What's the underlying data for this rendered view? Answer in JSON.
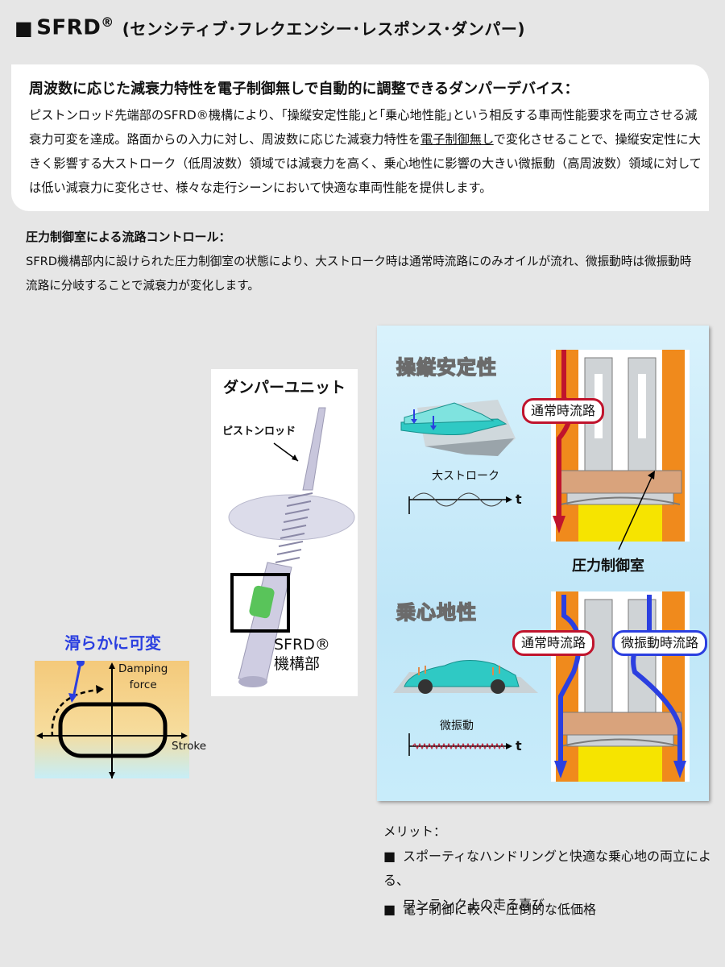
{
  "header": {
    "mark": "■",
    "name": "SFRD",
    "reg": "®",
    "subtitle": "(センシティブ･フレクエンシー･レスポンス･ダンパー)"
  },
  "intro": {
    "heading": "周波数に応じた減衰力特性を電子制御無しで自動的に調整できるダンパーデバイス：",
    "body_1": "ピストンロッド先端部のSFRD®機構により、｢操縦安定性能｣と｢乗心地性能｣という相反する車両性能要求を両立させる減衰力可変を達成。路面からの入力に対し、周波数に応じた減衰力特性を",
    "body_ul": "電子制御無し",
    "body_2": "で変化させることで、操縦安定性に大きく影響する大ストローク（低周波数）領域では減衰力を高く、乗心地性に影響の大きい微振動（高周波数）領域に対しては低い減衰力に変化させ、様々な走行シーンにおいて快適な車両性能を提供します。"
  },
  "control": {
    "heading": "圧力制御室による流路コントロール：",
    "body": "SFRD機構部内に設けられた圧力制御室の状態により、大ストローク時は通常時流路にのみオイルが流れ、微振動時は微振動時流路に分岐することで減衰力が変化します。"
  },
  "damper_unit": {
    "title": "ダンパーユニット",
    "rod_label": "ピストンロッド",
    "sfrd_label_1": "SFRD®",
    "sfrd_label_2": "機構部"
  },
  "graph": {
    "heading": "滑らかに可変",
    "ylabel_1": "Damping",
    "ylabel_2": "force",
    "xlabel": "Stroke"
  },
  "diagram": {
    "section1": {
      "title": "操縦安定性",
      "stroke_label": "大ストローク",
      "t_label": "t",
      "flow_label": "通常時流路",
      "chamber_label": "圧力制御室"
    },
    "section2": {
      "title": "乗心地性",
      "vib_label": "微振動",
      "t_label": "t",
      "flow_normal": "通常時流路",
      "flow_vib": "微振動時流路"
    },
    "colors": {
      "normal_flow": "#c0142d",
      "vib_flow": "#2b3fe0",
      "housing": "#f08a1c",
      "fill": "#f7e600"
    }
  },
  "merit": {
    "heading": "メリット：",
    "items": [
      {
        "bullet": "■",
        "line1": "スポーティなハンドリングと快適な乗心地の両立による、",
        "line2": "ワンランク上の走る喜び"
      },
      {
        "bullet": "■",
        "line1": "電子制御に較べ、圧倒的な低価格"
      }
    ]
  }
}
